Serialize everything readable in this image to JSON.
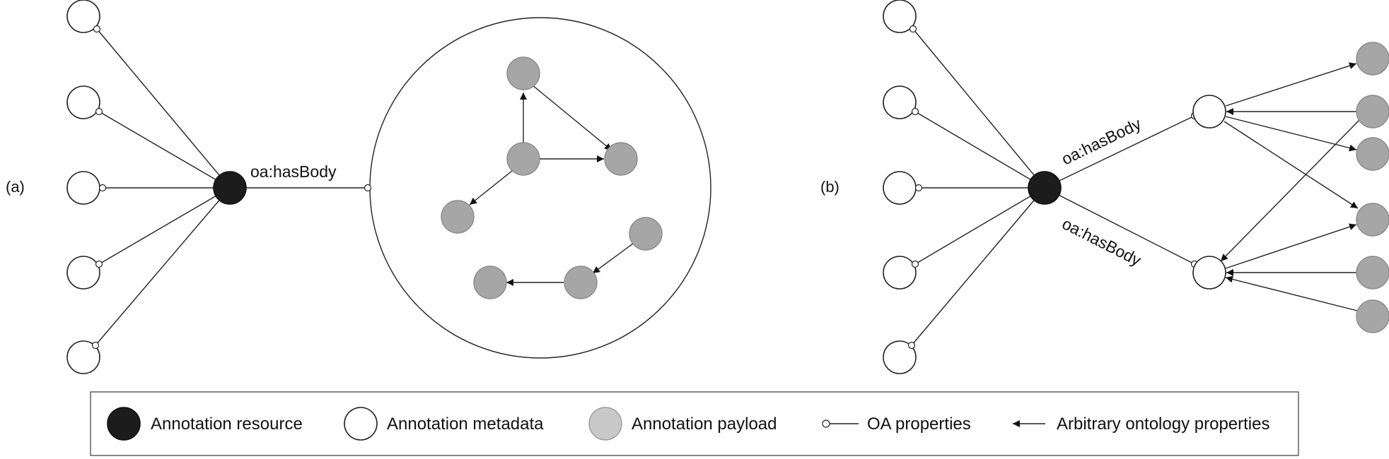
{
  "panel_a": {
    "label": "(a)",
    "body_label": "oa:hasBody"
  },
  "panel_b": {
    "label": "(b)",
    "body_label_upper": "oa:hasBody",
    "body_label_lower": "oa:hasBody"
  },
  "legend": {
    "resource": "Annotation resource",
    "metadata": "Annotation metadata",
    "payload": "Annotation payload",
    "oa_properties": "OA properties",
    "ontology_properties": "Arbitrary ontology properties"
  },
  "colors": {
    "resource": "#1c1c1c",
    "metadata": "#ffffff",
    "payload": "#a6a6a6",
    "legend_payload": "#c8c8c8",
    "stroke": "#222222"
  }
}
